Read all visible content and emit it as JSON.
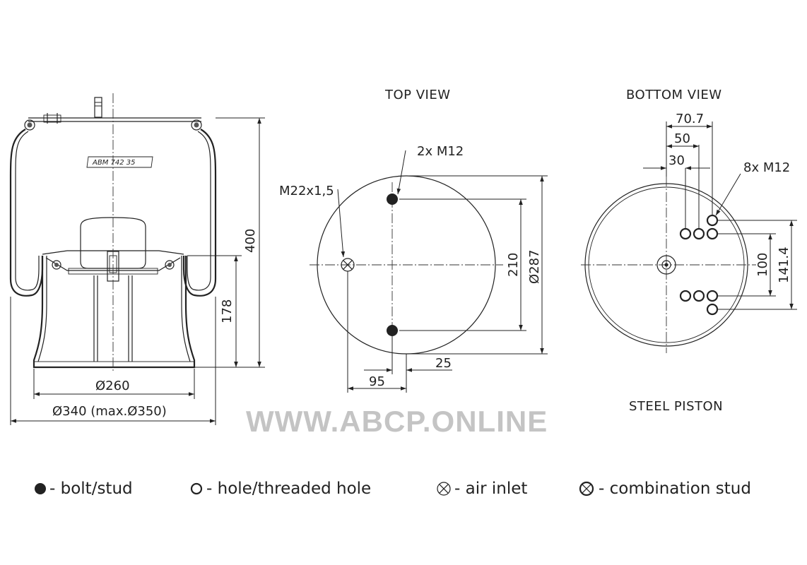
{
  "views": {
    "top_title": "TOP VIEW",
    "bottom_title": "BOTTOM VIEW",
    "bottom_subtitle": "STEEL PISTON"
  },
  "side": {
    "part_label": "ABM 742 35",
    "dim_height": "400",
    "dim_piston_height": "178",
    "dim_piston_dia": "Ø260",
    "dim_outer_dia": "Ø340 (max.Ø350)"
  },
  "top": {
    "label_studs": "2x M12",
    "label_inlet": "M22x1,5",
    "dim_stud_spacing": "210",
    "dim_plate_dia": "Ø287",
    "dim_offset_25": "25",
    "dim_offset_95": "95"
  },
  "bottom": {
    "label_holes": "8x M12",
    "dim_70_7": "70.7",
    "dim_50": "50",
    "dim_30": "30",
    "dim_100": "100",
    "dim_141_4": "141.4"
  },
  "watermark": "WWW.ABCP.ONLINE",
  "legend": {
    "bolt": "- bolt/stud",
    "hole": "- hole/threaded hole",
    "inlet": "- air inlet",
    "combo": "- combination stud"
  }
}
